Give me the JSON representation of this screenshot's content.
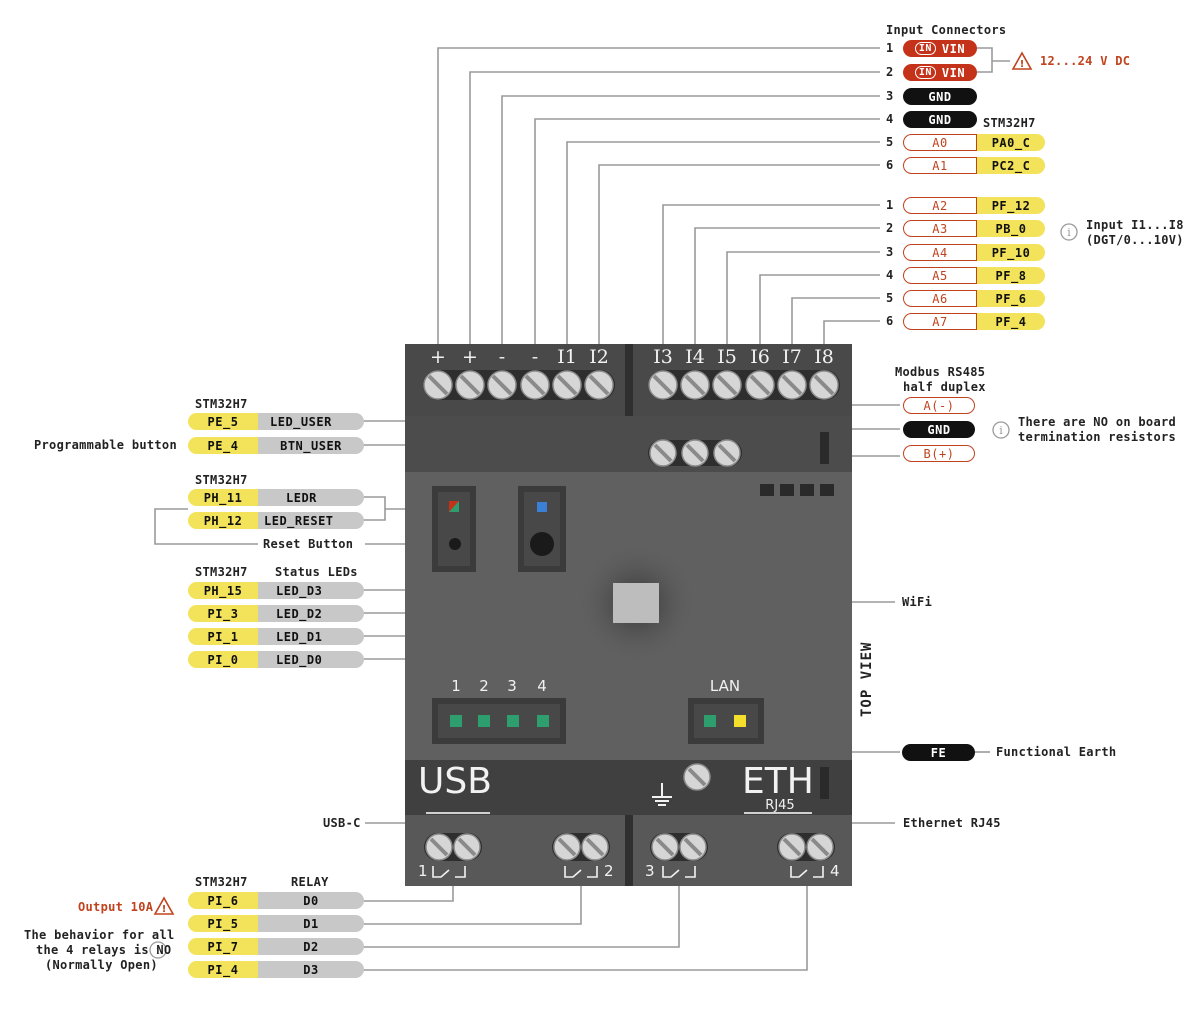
{
  "colors": {
    "device": "#5f605f",
    "device_dark": "#3b3c3b",
    "terminal_strip": "#484948",
    "red": "#c4321a",
    "orange_text": "#c0431e",
    "yellow": "#f2e35a",
    "grey_pill": "#c8c8c8",
    "black": "#111111",
    "led_green": "#2f9e6e",
    "led_yellow": "#f3df2c",
    "led_blue": "#3b7fd6",
    "line": "#9a9a9a"
  },
  "device": {
    "top_labels_left": [
      "+",
      "+",
      "-",
      "-",
      "I1",
      "I2"
    ],
    "top_labels_right": [
      "I3",
      "I4",
      "I5",
      "I6",
      "I7",
      "I8"
    ],
    "status_numbers": [
      "1",
      "2",
      "3",
      "4"
    ],
    "lan_label": "LAN",
    "usb_label": "USB",
    "eth_label": "ETH",
    "rj45_label": "RJ45",
    "relay_numbers": [
      "1",
      "2",
      "3",
      "4"
    ],
    "top_view_label": "TOP VIEW"
  },
  "input_connectors": {
    "title": "Input Connectors",
    "rows": [
      {
        "num": "1",
        "badge": "IN",
        "label": "VIN",
        "style": "red"
      },
      {
        "num": "2",
        "badge": "IN",
        "label": "VIN",
        "style": "red"
      },
      {
        "num": "3",
        "label": "GND",
        "style": "black"
      },
      {
        "num": "4",
        "label": "GND",
        "style": "black"
      },
      {
        "num": "5",
        "label": "A0",
        "stm": "PA0_C",
        "style": "outline"
      },
      {
        "num": "6",
        "label": "A1",
        "stm": "PC2_C",
        "style": "outline"
      }
    ],
    "stm_header": "STM32H7",
    "voltage_note": "12...24 V DC"
  },
  "analog_inputs": {
    "rows": [
      {
        "num": "1",
        "label": "A2",
        "stm": "PF_12"
      },
      {
        "num": "2",
        "label": "A3",
        "stm": "PB_0"
      },
      {
        "num": "3",
        "label": "A4",
        "stm": "PF_10"
      },
      {
        "num": "4",
        "label": "A5",
        "stm": "PF_8"
      },
      {
        "num": "5",
        "label": "A6",
        "stm": "PF_6"
      },
      {
        "num": "6",
        "label": "A7",
        "stm": "PF_4"
      }
    ],
    "note_line1": "Input I1...I8",
    "note_line2": "(DGT/0...10V)"
  },
  "modbus": {
    "title_line1": "Modbus RS485",
    "title_line2": "half duplex",
    "pins": [
      "A(-)",
      "GND",
      "B(+)"
    ],
    "note_line1": "There are NO on board",
    "note_line2": "termination resistors"
  },
  "user_led": {
    "header": "STM32H7",
    "rows": [
      {
        "stm": "PE_5",
        "name": "LED_USER"
      },
      {
        "stm": "PE_4",
        "name": "BTN_USER"
      }
    ],
    "button_label": "Programmable button"
  },
  "reset": {
    "header": "STM32H7",
    "rows": [
      {
        "stm": "PH_11",
        "name": "LEDR"
      },
      {
        "stm": "PH_12",
        "name": "LED_RESET"
      }
    ],
    "button_label": "Reset Button"
  },
  "status_leds": {
    "header": "STM32H7",
    "title": "Status LEDs",
    "rows": [
      {
        "stm": "PH_15",
        "name": "LED_D3"
      },
      {
        "stm": "PI_3",
        "name": "LED_D2"
      },
      {
        "stm": "PI_1",
        "name": "LED_D1"
      },
      {
        "stm": "PI_0",
        "name": "LED_D0"
      }
    ]
  },
  "wifi": "WiFi",
  "fe": {
    "pill": "FE",
    "label": "Functional Earth"
  },
  "usb_c": "USB-C",
  "ethernet": "Ethernet RJ45",
  "relays": {
    "header_stm": "STM32H7",
    "header_relay": "RELAY",
    "rows": [
      {
        "stm": "PI_6",
        "name": "D0"
      },
      {
        "stm": "PI_5",
        "name": "D1"
      },
      {
        "stm": "PI_7",
        "name": "D2"
      },
      {
        "stm": "PI_4",
        "name": "D3"
      }
    ],
    "output_note": "Output 10A",
    "behavior_line1": "The behavior for all",
    "behavior_line2": "the 4 relays is NO",
    "behavior_line3": "(Normally Open)"
  }
}
